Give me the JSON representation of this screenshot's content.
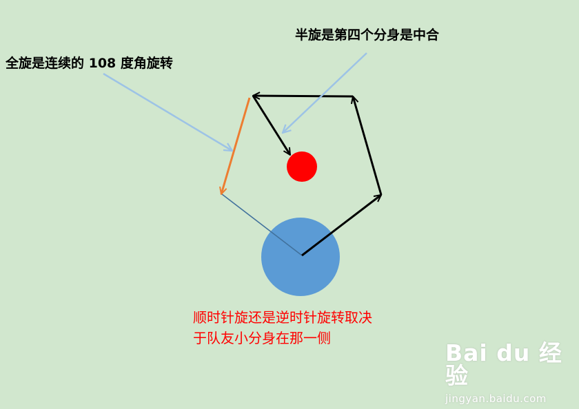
{
  "annotations": {
    "full_spin": "全旋是连续的 108 度角旋转",
    "half_spin": "半旋是第四个分身是中合",
    "direction_line1": "顺时针旋还是逆时针旋转取决",
    "direction_line2": "于队友小分身在那一侧"
  },
  "watermark": {
    "logo": "Bai du 经验",
    "url": "jingyan.baidu.com"
  },
  "colors": {
    "background": "#d1e7ce",
    "big_ball": "#5b9bd5",
    "red_ball": "#ff0000",
    "path_arrows": "#000000",
    "highlight_arrow": "#ed7d31",
    "pointer_lines": "#9dc3e6",
    "return_line": "#41719c",
    "note_text": "#ff0000"
  }
}
